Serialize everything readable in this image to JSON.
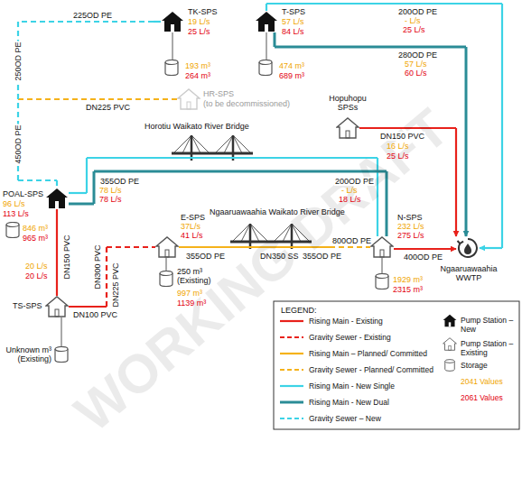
{
  "diagram": {
    "nodes": [
      {
        "text": [
          "TK-SPS",
          "19 L/s",
          "25 L/s",
          "193 m³",
          "264 m³"
        ]
      },
      {
        "text": [
          "T-SPS",
          "57 L/s",
          "84 L/s",
          "474 m³",
          "689 m³"
        ]
      },
      {
        "text": [
          "HR-SPS",
          "(to be decommissioned)"
        ]
      },
      {
        "text": [
          "Hopuhopu SPSs"
        ]
      },
      {
        "text": [
          "POAL-SPS",
          "96 L/s",
          "113 L/s",
          "846 m³",
          "965 m³"
        ]
      },
      {
        "text": [
          "E-SPS",
          "37L/s",
          "41 L/s",
          "250 m³ (Existing)",
          "997 m³",
          "1139 m³"
        ]
      },
      {
        "text": [
          "N-SPS",
          "232 L/s",
          "275 L/s",
          "1929 m³",
          "2315 m³"
        ]
      },
      {
        "text": [
          "Ngaaruawaahia WWTP"
        ]
      },
      {
        "text": [
          "TS-SPS",
          "Unknown m³ (Existing)"
        ]
      }
    ],
    "edges": [
      {
        "from": 0,
        "to": 4,
        "arrow": "none",
        "label": "225OD PE"
      },
      {
        "from": 1,
        "to": 7,
        "arrow": "to",
        "label": "200OD PE"
      },
      {
        "from": 1,
        "to": 7,
        "arrow": "to",
        "label": "280OD PE"
      },
      {
        "from": 3,
        "to": 7,
        "arrow": "to",
        "label": "DN150 PVC"
      },
      {
        "from": 4,
        "to": 6,
        "arrow": "none",
        "label": "355OD PE"
      },
      {
        "from": 4,
        "to": 6,
        "arrow": "none",
        "label": "200OD PE"
      },
      {
        "from": 4,
        "to": 8,
        "arrow": "none",
        "label": "DN150 PVC"
      },
      {
        "from": 8,
        "to": 5,
        "arrow": "none",
        "label": "DN100 PVC"
      },
      {
        "from": 5,
        "to": 6,
        "arrow": "none",
        "label": "355OD PE"
      },
      {
        "from": 6,
        "to": 7,
        "arrow": "to",
        "label": "400OD PE"
      }
    ],
    "labels": [
      "250OD PE",
      "450OD PE",
      "DN225 PVC",
      "- L/s",
      "25 L/s",
      "57 L/s",
      "60 L/s",
      "16 L/s",
      "25 L/s",
      "Horotiu Waikato River Bridge",
      "78 L/s",
      "78 L/s",
      "- L/s",
      "18 L/s",
      "Ngaaruawaahia Waikato River Bridge",
      "20 L/s",
      "20 L/s",
      "DN225 PVC",
      "DN300 PVC",
      "355OD PE",
      "DN350 SS",
      "800OD PE",
      "LEGEND:",
      "WORKING DRAFT"
    ],
    "legend": [
      {
        "text": "Rising Main - Existing"
      },
      {
        "text": "Gravity Sewer - Existing"
      },
      {
        "text": "Rising Main – Planned/ Committed"
      },
      {
        "text": "Gravity Sewer - Planned/ Committed"
      },
      {
        "text": "Rising Main - New Single"
      },
      {
        "text": "Rising Main - New Dual"
      },
      {
        "text": "Gravity Sewer – New"
      },
      {
        "text": "Pump Station – New"
      },
      {
        "text": "Pump Station – Existing"
      },
      {
        "text": "Storage"
      },
      {
        "text": "2041 Values"
      },
      {
        "text": "2061 Values"
      }
    ]
  }
}
